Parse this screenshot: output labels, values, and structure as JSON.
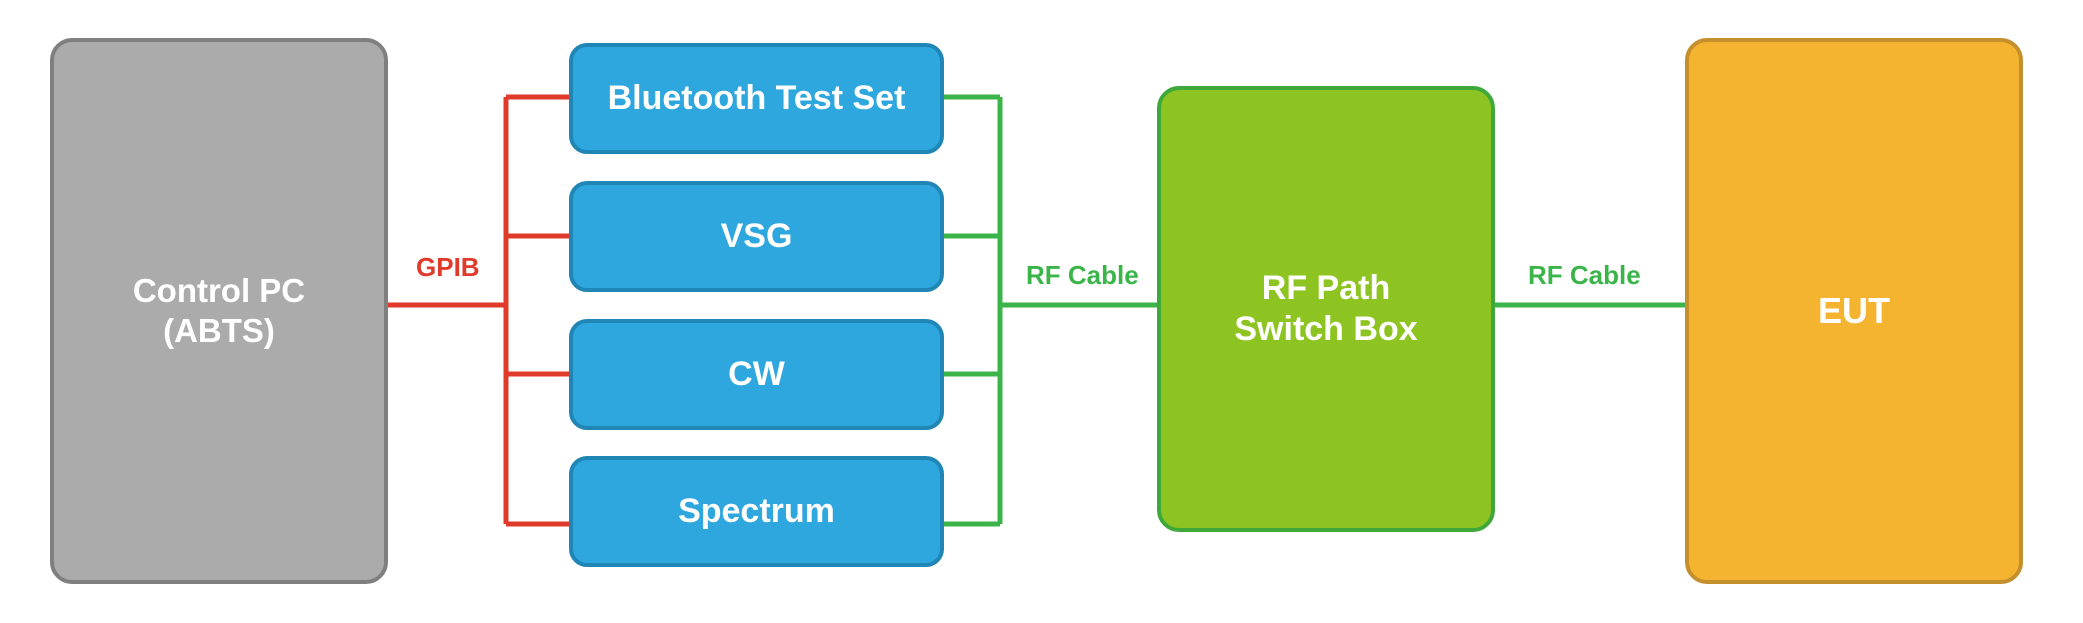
{
  "nodes": {
    "control_pc": "Control PC\n(ABTS)",
    "bluetooth_test_set": "Bluetooth Test Set",
    "vsg": "VSG",
    "cw": "CW",
    "spectrum": "Spectrum",
    "rf_switch_box": "RF Path\nSwitch Box",
    "eut": "EUT"
  },
  "edges": {
    "gpib": "GPIB",
    "rf_cable_1": "RF Cable",
    "rf_cable_2": "RF Cable"
  },
  "colors": {
    "gpib_line": "#e03a2b",
    "rf_line": "#3bb54a",
    "control_pc_fill": "#ababab",
    "instrument_fill": "#2ea6de",
    "switch_fill": "#8ec422",
    "eut_fill": "#f5b42f"
  }
}
